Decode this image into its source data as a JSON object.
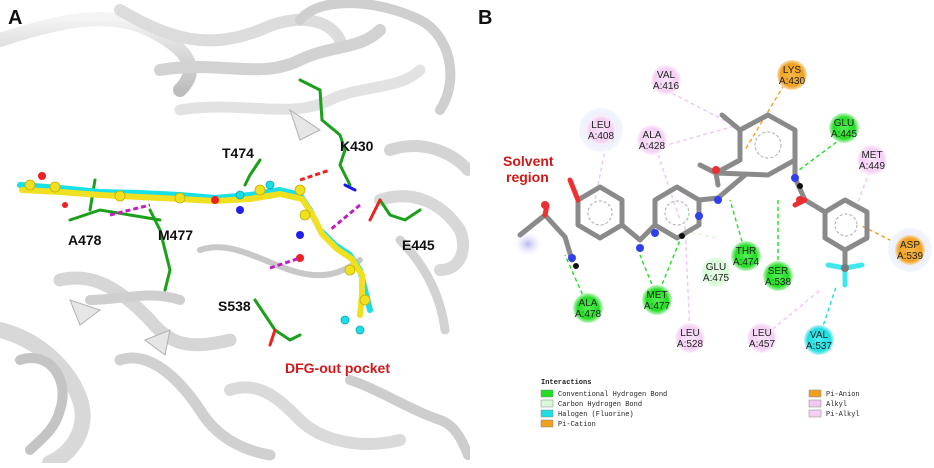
{
  "panel_a": {
    "label": "A",
    "residues": [
      {
        "id": "t474",
        "text": "T474"
      },
      {
        "id": "k430",
        "text": "K430"
      },
      {
        "id": "a478",
        "text": "A478"
      },
      {
        "id": "m477",
        "text": "M477"
      },
      {
        "id": "e445",
        "text": "E445"
      },
      {
        "id": "s538",
        "text": "S538"
      }
    ],
    "pocket_label": "DFG-out pocket",
    "colors": {
      "ribbon": "#d9d9d9",
      "ligand_yellow": "#f0e020",
      "ligand_cyan": "#19e0e8",
      "residue_green": "#1aa01a",
      "hbond": "#c020c0",
      "red_label": "#d01818"
    }
  },
  "panel_b": {
    "label": "B",
    "region_label": [
      "Solvent",
      "region"
    ],
    "residues": [
      {
        "id": "val416",
        "line1": "VAL",
        "line2": "A:416",
        "type": "alkyl"
      },
      {
        "id": "lys430",
        "line1": "LYS",
        "line2": "A:430",
        "type": "pi_cation"
      },
      {
        "id": "leu408",
        "line1": "LEU",
        "line2": "A:408",
        "type": "alkyl"
      },
      {
        "id": "ala428",
        "line1": "ALA",
        "line2": "A:428",
        "type": "alkyl"
      },
      {
        "id": "glu445",
        "line1": "GLU",
        "line2": "A:445",
        "type": "hbond"
      },
      {
        "id": "met449",
        "line1": "MET",
        "line2": "A:449",
        "type": "alkyl"
      },
      {
        "id": "thr474",
        "line1": "THR",
        "line2": "A:474",
        "type": "hbond"
      },
      {
        "id": "ser538",
        "line1": "SER",
        "line2": "A:538",
        "type": "hbond"
      },
      {
        "id": "asp539",
        "line1": "ASP",
        "line2": "A:539",
        "type": "pi_anion"
      },
      {
        "id": "glu475",
        "line1": "GLU",
        "line2": "A:475",
        "type": "carbon_hbond"
      },
      {
        "id": "ala478",
        "line1": "ALA",
        "line2": "A:478",
        "type": "hbond"
      },
      {
        "id": "met477",
        "line1": "MET",
        "line2": "A:477",
        "type": "hbond"
      },
      {
        "id": "leu528",
        "line1": "LEU",
        "line2": "A:528",
        "type": "alkyl"
      },
      {
        "id": "leu457",
        "line1": "LEU",
        "line2": "A:457",
        "type": "alkyl"
      },
      {
        "id": "val537",
        "line1": "VAL",
        "line2": "A:537",
        "type": "halogen"
      }
    ],
    "legend": {
      "title": "Interactions",
      "items": [
        {
          "id": "conv-hbond",
          "label": "Conventional Hydrogen Bond",
          "color": "#22dd22"
        },
        {
          "id": "carbon-hbond",
          "label": "Carbon Hydrogen Bond",
          "color": "#d8f8d8"
        },
        {
          "id": "halogen",
          "label": "Halogen (Fluorine)",
          "color": "#20dde0"
        },
        {
          "id": "pi-cation",
          "label": "Pi-Cation",
          "color": "#f0a020"
        },
        {
          "id": "pi-anion",
          "label": "Pi-Anion",
          "color": "#f0a020"
        },
        {
          "id": "alkyl",
          "label": "Alkyl",
          "color": "#f0c8f0"
        },
        {
          "id": "pi-alkyl",
          "label": "Pi-Alkyl",
          "color": "#f4d0f4"
        }
      ]
    }
  }
}
